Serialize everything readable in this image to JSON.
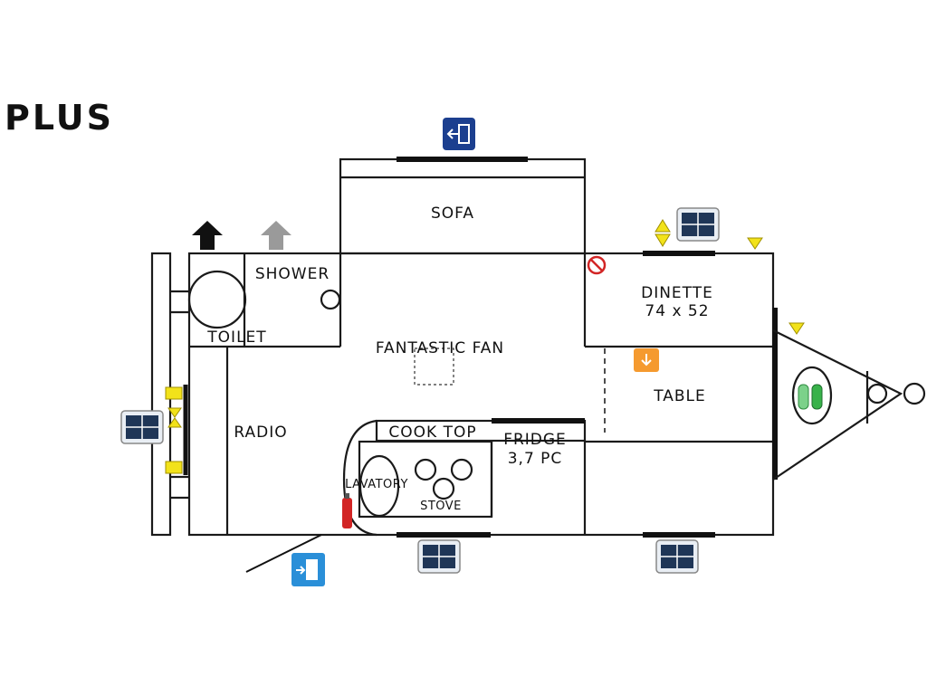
{
  "title": "PLUS",
  "rooms": {
    "sofa": "SOFA",
    "shower": "SHOWER",
    "toilet": "TOILET",
    "fantastic_fan": "FANTASTIC FAN",
    "dinette": "DINETTE",
    "dinette_size": "74 x 52",
    "table": "TABLE",
    "radio": "RADIO",
    "cook_top": "COOK TOP",
    "fridge": "FRIDGE",
    "fridge_size": "3,7 PC",
    "lavatory": "LAVATORY",
    "stove": "STOVE"
  },
  "icons": [
    "exit-door-icon-top",
    "exit-door-icon-bottom",
    "window-icon-dinette",
    "window-icon-left",
    "window-icon-bottom-center",
    "window-icon-bottom-right",
    "vent-arrow-black-icon",
    "vent-arrow-gray-icon",
    "no-smoking-icon",
    "light-icon",
    "extinguisher-icon",
    "gas-bottles-icon"
  ],
  "colors": {
    "exit_top": "#1c3f8f",
    "exit_bottom": "#2a8fd8",
    "window": "#1f3657",
    "light": "#f59a2f",
    "marker": "#f2e21a",
    "no_smoking": "#d22525",
    "extinguisher": "#d22525",
    "gas_bottle": "#38b24a"
  }
}
